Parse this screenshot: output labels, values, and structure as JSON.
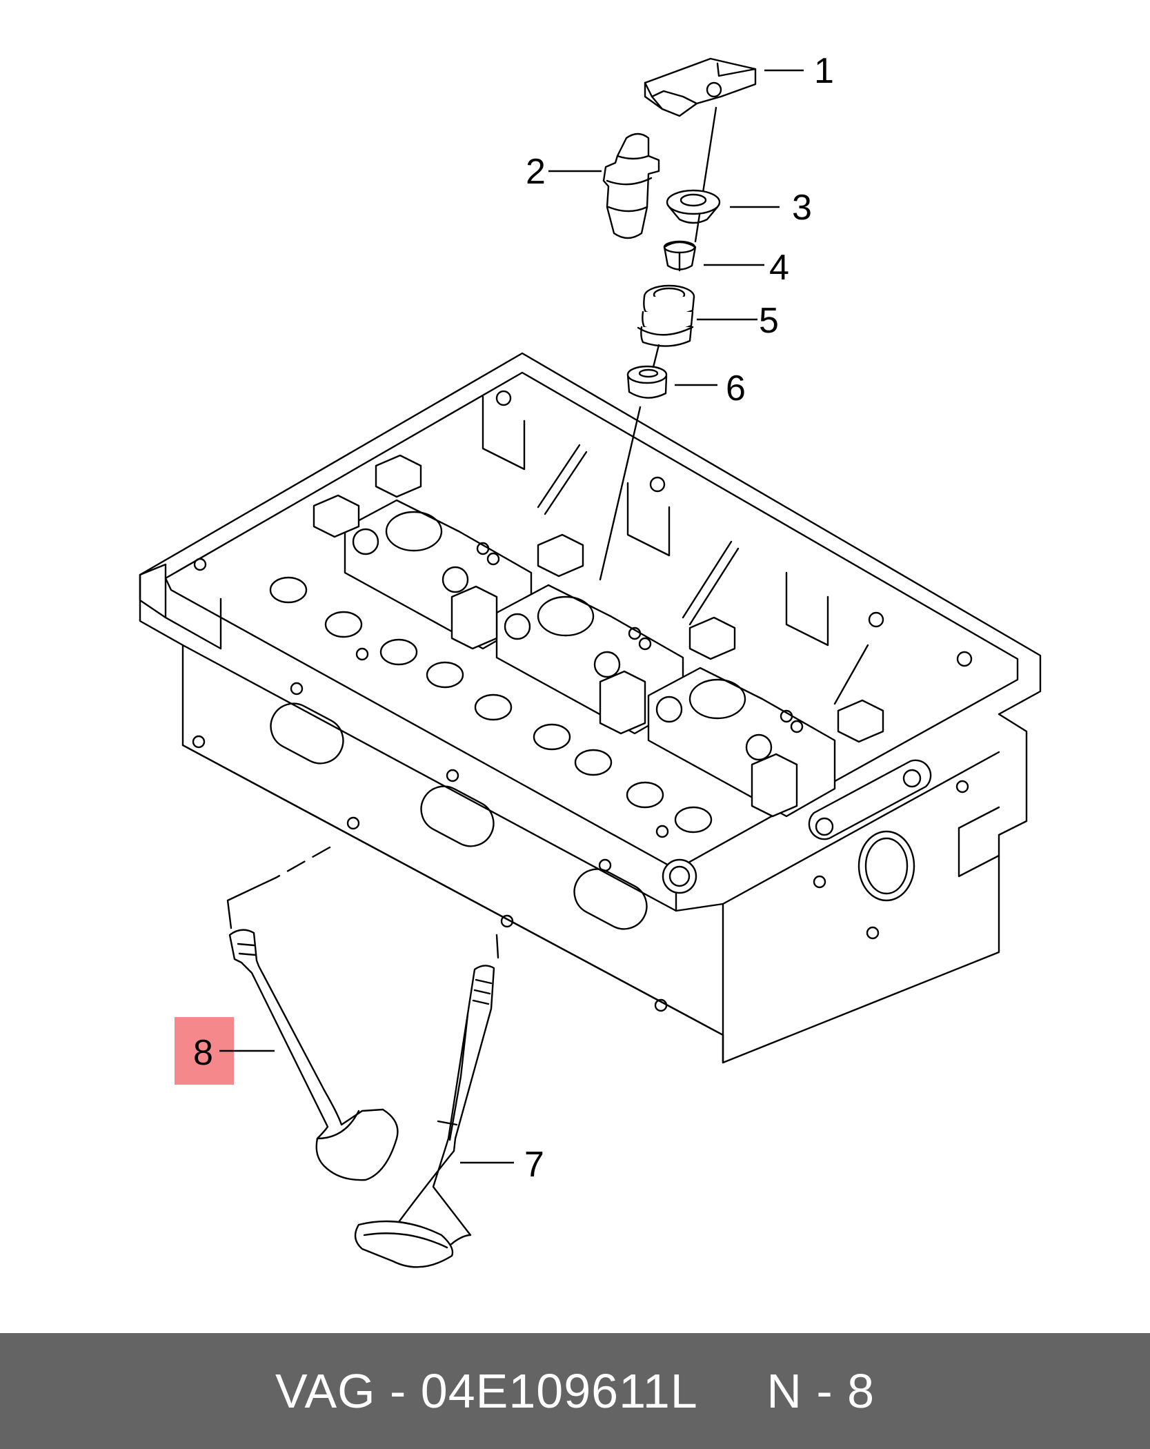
{
  "diagram": {
    "callouts": [
      "1",
      "2",
      "3",
      "4",
      "5",
      "6",
      "7",
      "8"
    ],
    "highlighted_callout": "8",
    "highlight_color": "#f4888a"
  },
  "footer": {
    "text": "VAG - 04E109611L     N - 8",
    "background_color": "#646464"
  }
}
